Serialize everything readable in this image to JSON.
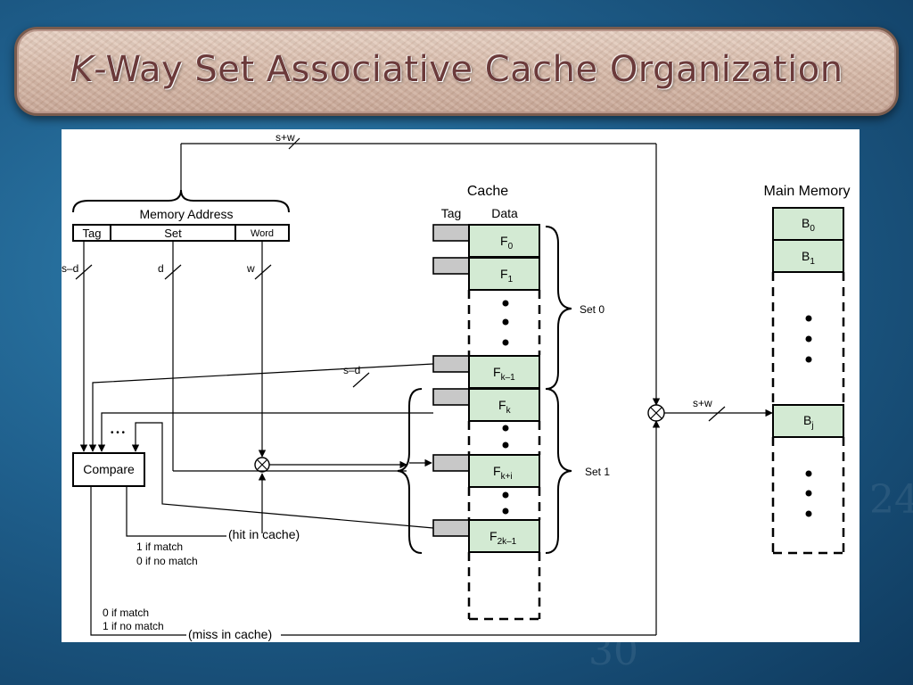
{
  "slide": {
    "title_k": "K",
    "title_rest": "-Way Set Associative Cache Organization"
  },
  "address": {
    "label": "Memory Address",
    "tag": "Tag",
    "set": "Set",
    "word": "Word"
  },
  "bits": {
    "s_plus_w": "s+w",
    "s_minus_d": "s–d",
    "d": "d",
    "w": "w"
  },
  "cache": {
    "title": "Cache",
    "tag_header": "Tag",
    "data_header": "Data",
    "set0_label": "Set 0",
    "set1_label": "Set 1",
    "lines": [
      {
        "base": "F",
        "sub": "0"
      },
      {
        "base": "F",
        "sub": "1"
      },
      {
        "base": "F",
        "sub": "k–1"
      },
      {
        "base": "F",
        "sub": "k"
      },
      {
        "base": "F",
        "sub": "k+i"
      },
      {
        "base": "F",
        "sub": "2k–1"
      }
    ]
  },
  "memory": {
    "title": "Main Memory",
    "blocks": [
      {
        "base": "B",
        "sub": "0"
      },
      {
        "base": "B",
        "sub": "1"
      },
      {
        "base": "B",
        "sub": "j"
      }
    ]
  },
  "compare": {
    "label": "Compare",
    "ellipsis": "• • •",
    "hit": "(hit in cache)",
    "hit_match": "1 if match",
    "hit_nomatch": "0 if no match",
    "miss_match": "0 if match",
    "miss_nomatch": "1 if no match",
    "miss": "(miss in cache)"
  },
  "colors": {
    "cell_fill": "#d3ead3",
    "tag_fill": "#c8c8c8",
    "line": "#000000",
    "title_text": "#6b3a3a"
  }
}
